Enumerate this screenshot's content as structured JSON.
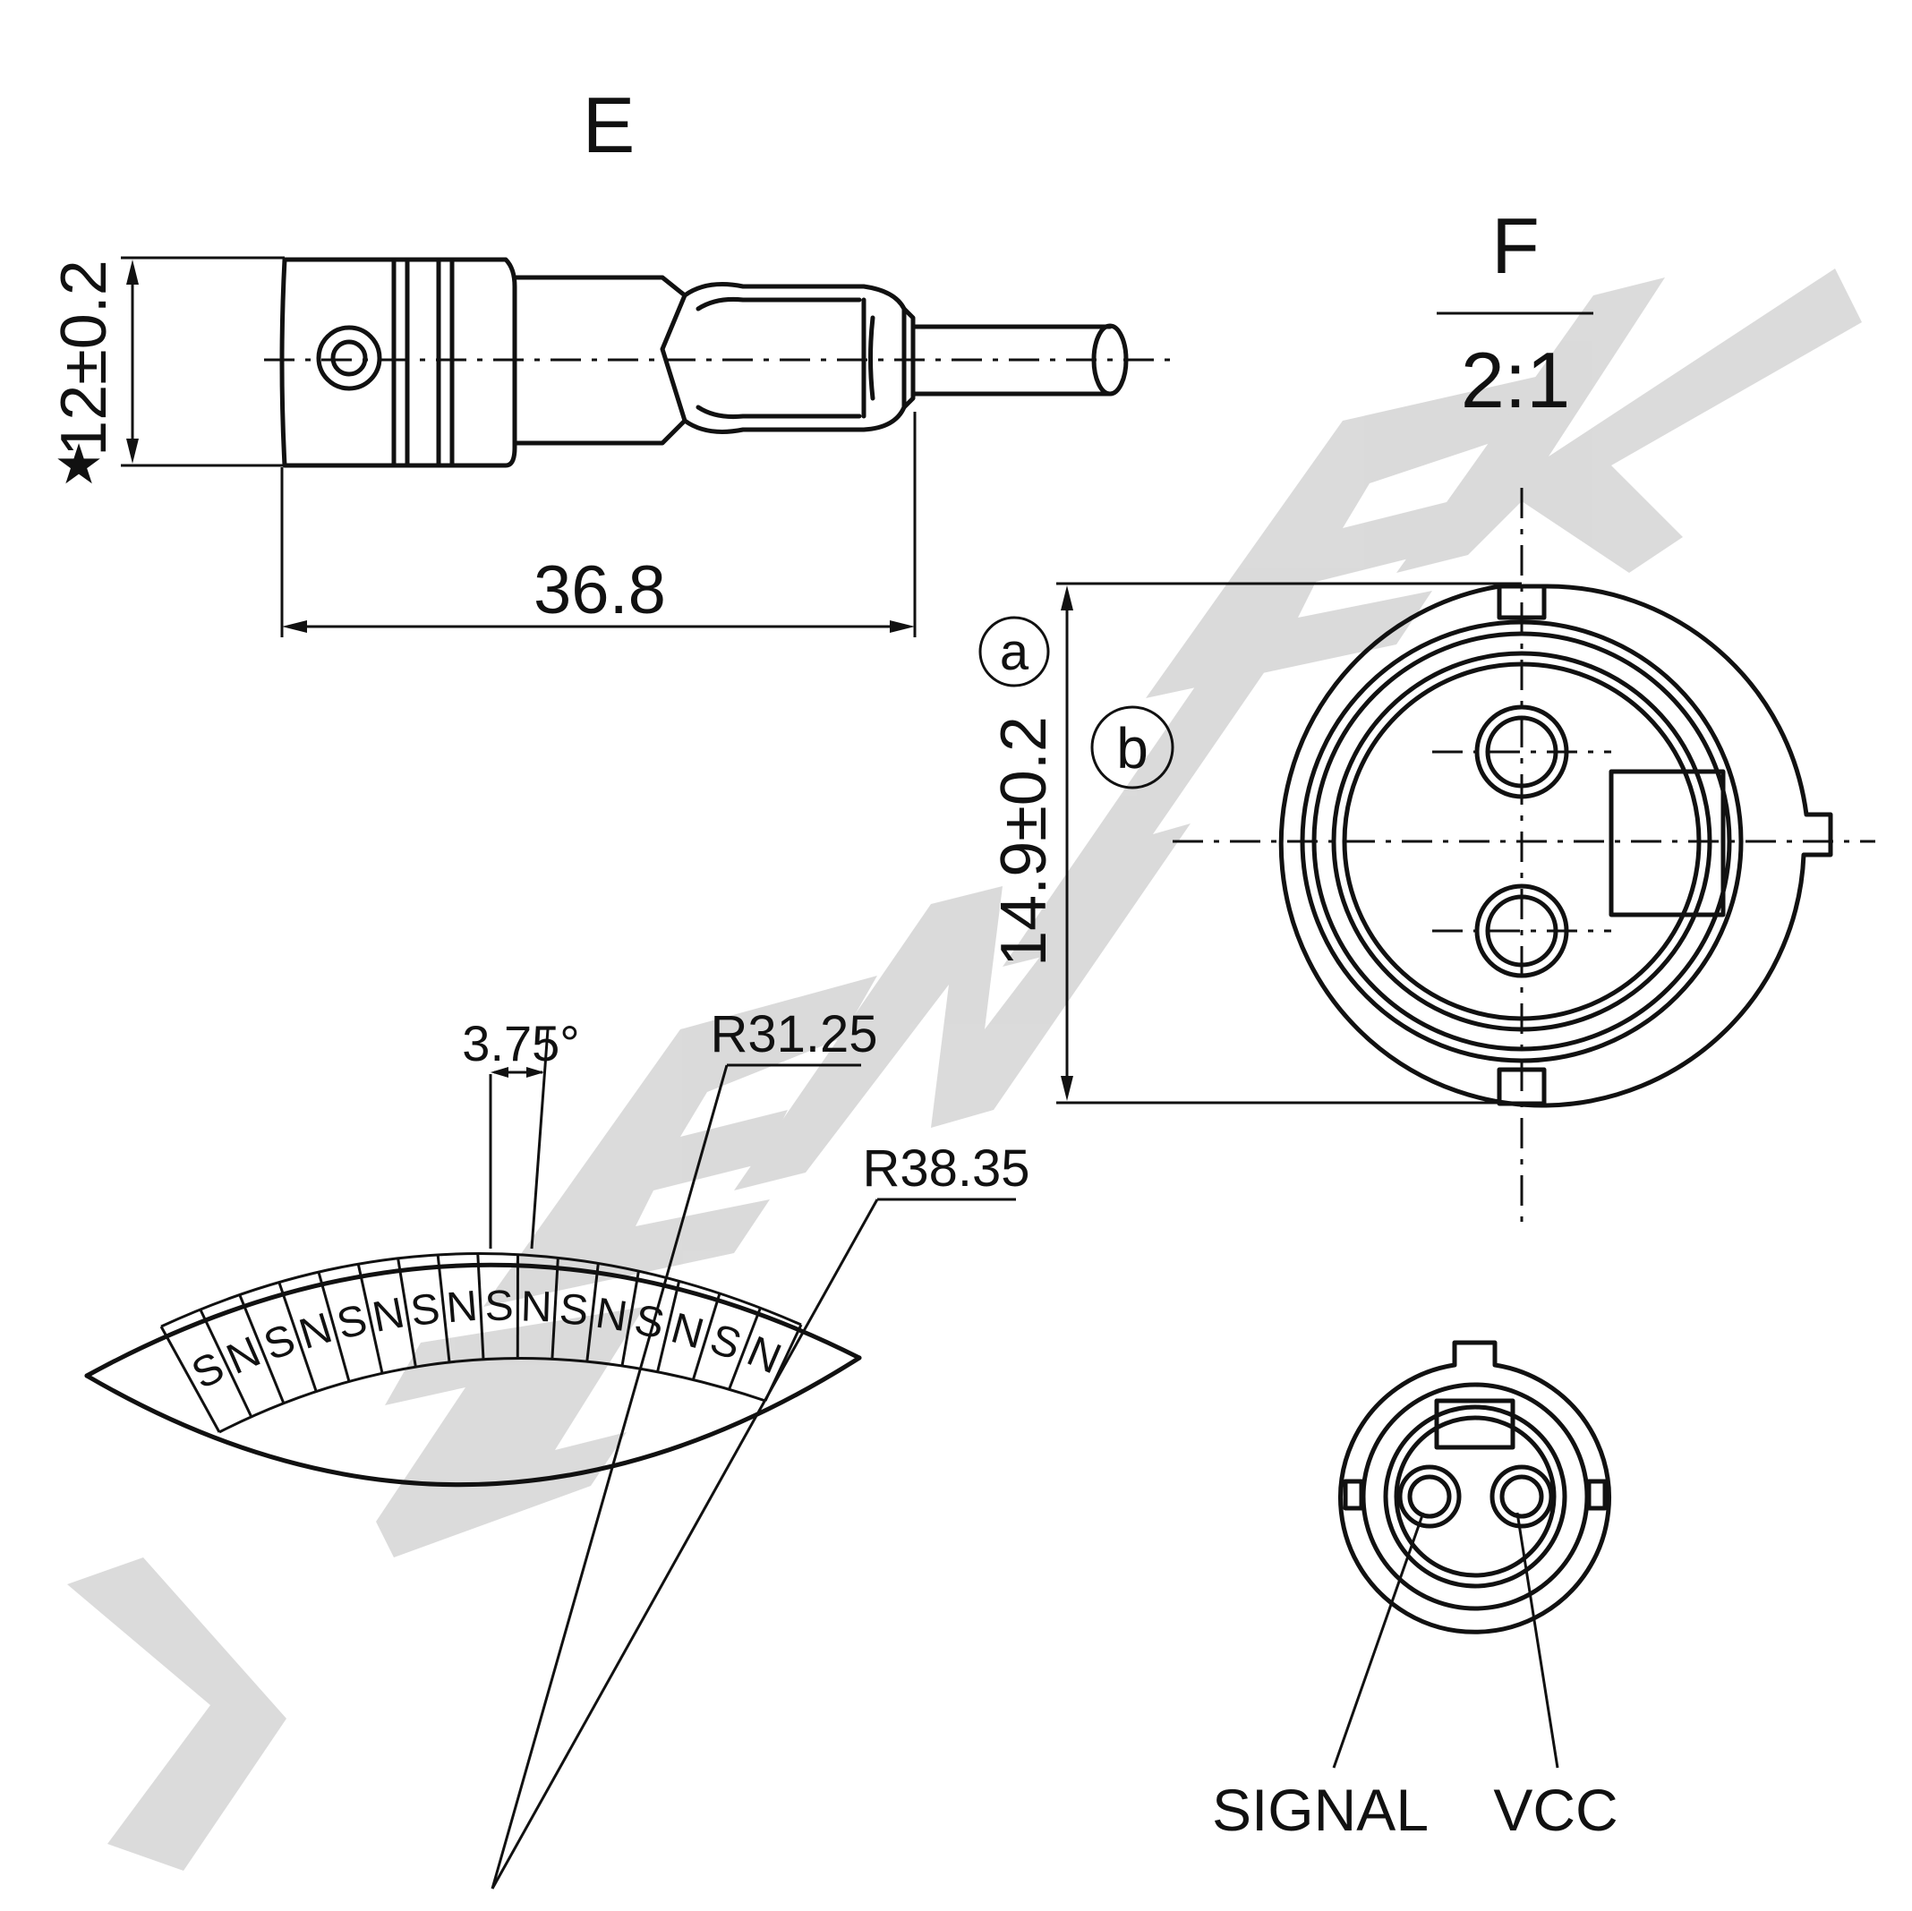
{
  "watermark": {
    "text": "ZENIEK",
    "color": "#d9d9d9"
  },
  "view_e": {
    "title": "E",
    "dim_length": "36.8",
    "dim_height": "12±0.2",
    "star": "★"
  },
  "view_f": {
    "title": "F",
    "scale": "2:1",
    "dim_height": "14.9±0.2",
    "marker_a": "a",
    "marker_b": "b"
  },
  "magnet": {
    "angle": "3.75°",
    "r_inner": "R31.25",
    "r_outer": "R38.35",
    "poles": [
      "S",
      "N",
      "S",
      "N",
      "S",
      "N",
      "S",
      "N",
      "S",
      "N",
      "S",
      "N",
      "S",
      "N",
      "S",
      "N"
    ]
  },
  "pins": {
    "left": "SIGNAL",
    "right": "VCC"
  }
}
